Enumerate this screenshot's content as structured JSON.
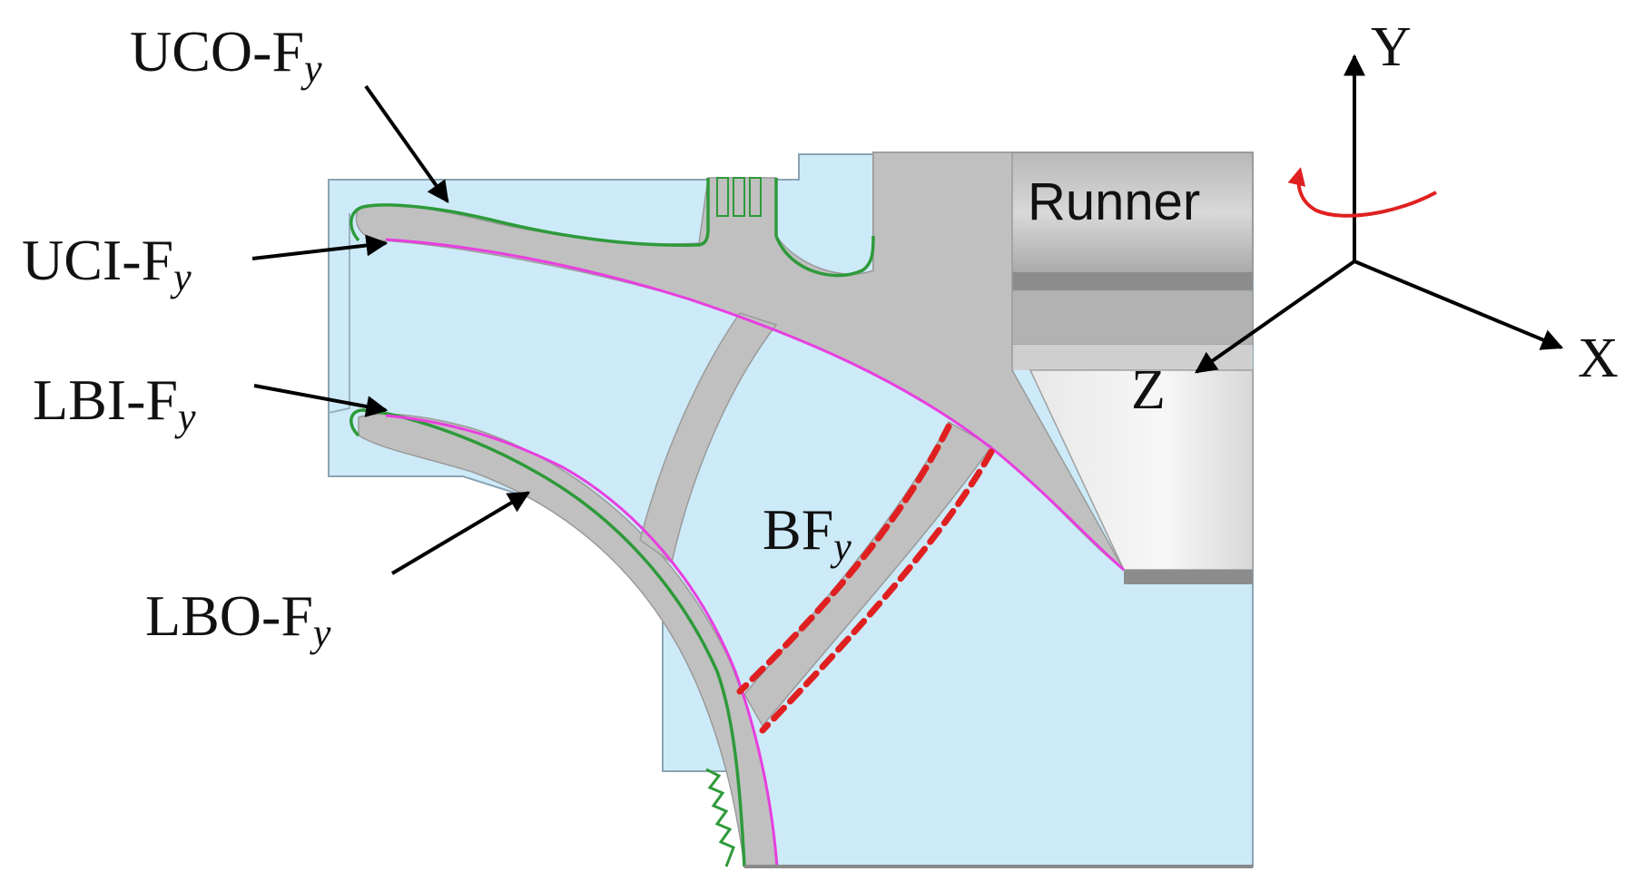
{
  "figure": {
    "labels": {
      "uco": {
        "main": "UCO-F",
        "sub": "y"
      },
      "uci": {
        "main": "UCI-F",
        "sub": "y"
      },
      "lbi": {
        "main": "LBI-F",
        "sub": "y"
      },
      "lbo": {
        "main": "LBO-F",
        "sub": "y"
      },
      "bf": {
        "main": "BF",
        "sub": "y"
      }
    },
    "runner_label": "Runner",
    "axes": {
      "x": "X",
      "y": "Y",
      "z": "Z"
    }
  },
  "colors": {
    "fluid_fill": "#cdeaf8",
    "fluid_edge": "#8aa4b3",
    "solid_fill": "#c0c0c0",
    "solid_edge": "#9a9a9a",
    "outer_surface": "#2e9a3a",
    "inner_surface": "#e83ee0",
    "blade_surface": "#e02020",
    "rotation_arrow": "#e02020",
    "arrow": "#000000"
  }
}
